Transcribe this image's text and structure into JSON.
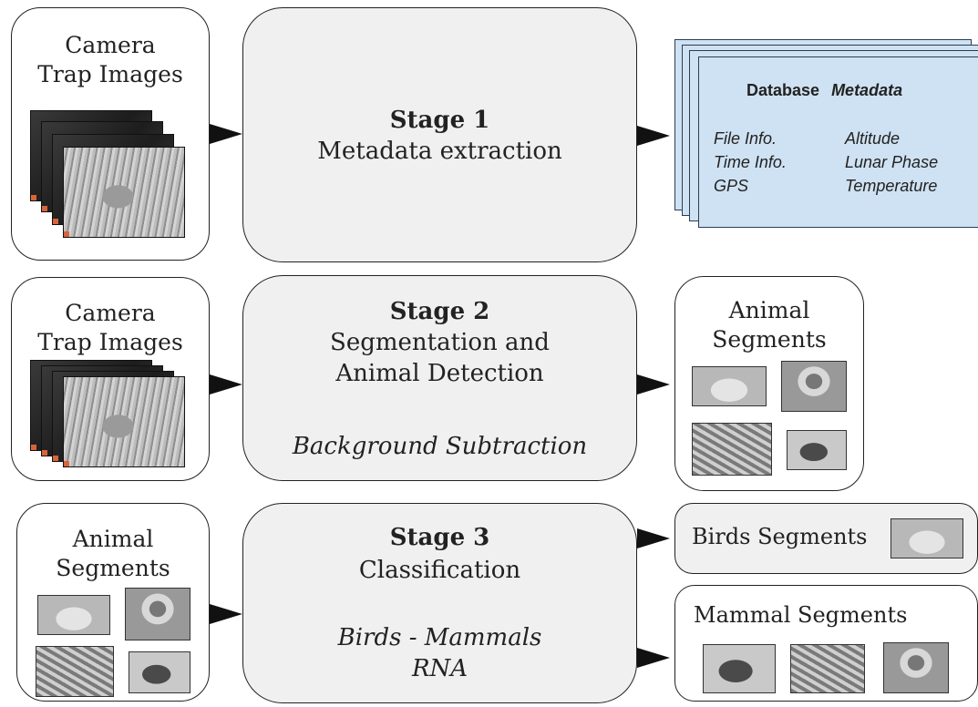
{
  "row1": {
    "input_label_line1": "Camera",
    "input_label_line2": "Trap Images",
    "stage_title": "Stage 1",
    "stage_subtitle": "Metadata extraction",
    "db_title_a": "Database",
    "db_title_b": "Metadata",
    "db_left": [
      "File Info.",
      "Time Info.",
      "GPS"
    ],
    "db_right": [
      "Altitude",
      "Lunar Phase",
      "Temperature"
    ]
  },
  "row2": {
    "input_label_line1": "Camera",
    "input_label_line2": "Trap Images",
    "stage_title": "Stage 2",
    "stage_line1": "Segmentation and",
    "stage_line2": "Animal Detection",
    "stage_method": "Background Subtraction",
    "output_line1": "Animal",
    "output_line2": "Segments"
  },
  "row3": {
    "input_line1": "Animal",
    "input_line2": "Segments",
    "stage_title": "Stage 3",
    "stage_subtitle": "Classification",
    "stage_method_line1": "Birds - Mammals",
    "stage_method_line2": "RNA",
    "output_birds": "Birds Segments",
    "output_mammals": "Mammal Segments"
  },
  "colors": {
    "stage_fill": "#f0f0f0",
    "database_fill": "#cfe2f3",
    "arrow": "#111111"
  }
}
